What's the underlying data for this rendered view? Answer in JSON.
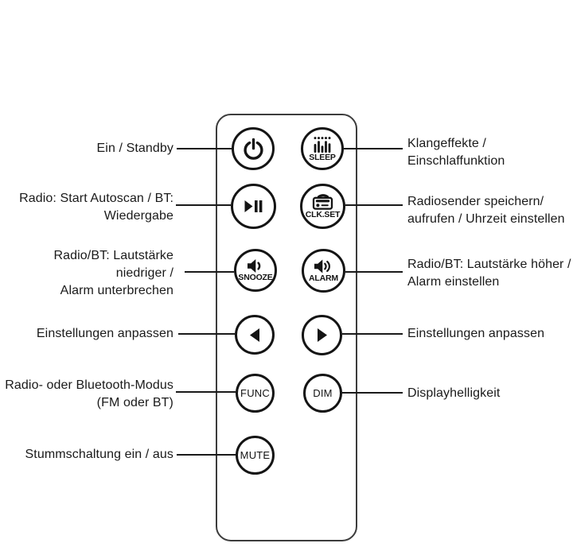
{
  "colors": {
    "background": "#ffffff",
    "text": "#1a1a1a",
    "leader_line": "#1a1a1a",
    "button_outline": "#141414",
    "remote_outline": "#3c3c3c"
  },
  "remote": {
    "buttons": [
      {
        "name": "power",
        "label": "",
        "icon": "power-icon"
      },
      {
        "name": "sleep",
        "label": "SLEEP",
        "icon": "equalizer-bars-icon"
      },
      {
        "name": "play-pause",
        "label": "",
        "icon": "play-pause-icon"
      },
      {
        "name": "clk-set",
        "label": "CLK.SET",
        "icon": "radio-icon"
      },
      {
        "name": "snooze",
        "label": "SNOOZE",
        "icon": "volume-down-icon"
      },
      {
        "name": "alarm",
        "label": "ALARM",
        "icon": "volume-up-icon"
      },
      {
        "name": "prev",
        "label": "",
        "icon": "arrow-left-icon"
      },
      {
        "name": "next",
        "label": "",
        "icon": "arrow-right-icon"
      },
      {
        "name": "func",
        "label": "FUNC",
        "icon": ""
      },
      {
        "name": "dim",
        "label": "DIM",
        "icon": ""
      },
      {
        "name": "mute",
        "label": "MUTE",
        "icon": ""
      }
    ]
  },
  "annotations": {
    "left": [
      {
        "target": "power",
        "lines": [
          "Ein / Standby"
        ]
      },
      {
        "target": "play-pause",
        "lines": [
          "Radio: Start Autoscan / BT:",
          "Wiedergabe"
        ]
      },
      {
        "target": "snooze",
        "lines": [
          "Radio/BT: Lautstärke",
          "niedriger /",
          "Alarm unterbrechen"
        ]
      },
      {
        "target": "prev",
        "lines": [
          "Einstellungen anpassen"
        ]
      },
      {
        "target": "func",
        "lines": [
          "Radio- oder Bluetooth-Modus",
          "(FM oder BT)"
        ]
      },
      {
        "target": "mute",
        "lines": [
          "Stummschaltung ein / aus"
        ]
      }
    ],
    "right": [
      {
        "target": "sleep",
        "lines": [
          "Klangeffekte /",
          "Einschlaffunktion"
        ]
      },
      {
        "target": "clk-set",
        "lines": [
          "Radiosender speichern/",
          "aufrufen / Uhrzeit einstellen"
        ]
      },
      {
        "target": "alarm",
        "lines": [
          "Radio/BT: Lautstärke höher /",
          "Alarm einstellen"
        ]
      },
      {
        "target": "next",
        "lines": [
          "Einstellungen anpassen"
        ]
      },
      {
        "target": "dim",
        "lines": [
          "Displayhelligkeit"
        ]
      }
    ]
  }
}
